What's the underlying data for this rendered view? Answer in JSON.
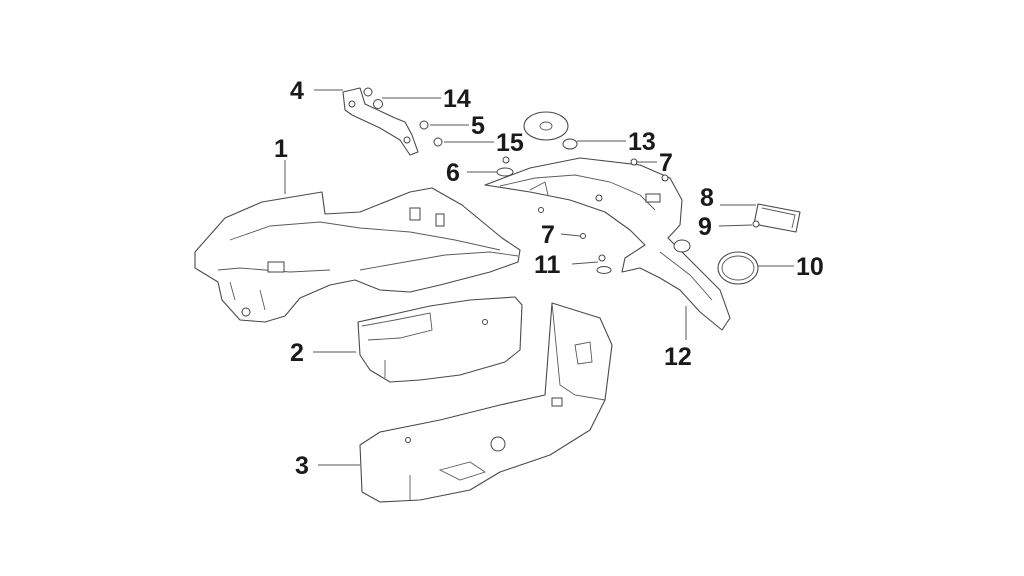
{
  "callouts": {
    "c1": "1",
    "c2": "2",
    "c3": "3",
    "c4": "4",
    "c5": "5",
    "c6": "6",
    "c7a": "7",
    "c7b": "7",
    "c8": "8",
    "c9": "9",
    "c10": "10",
    "c11": "11",
    "c12": "12",
    "c13": "13",
    "c14": "14",
    "c15": "15"
  },
  "colors": {
    "line": "#4a4a4a",
    "label": "#1a1a1a",
    "background": "#ffffff"
  }
}
